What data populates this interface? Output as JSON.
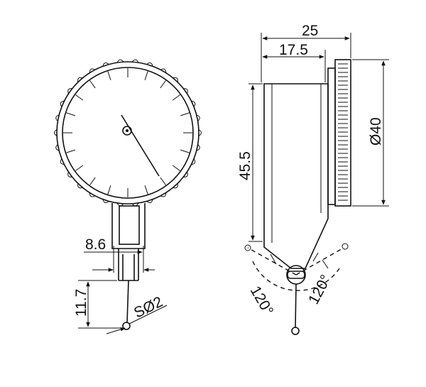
{
  "dimensions": {
    "stem_width": "8.6",
    "stem_height": "11.7",
    "ball_diameter": "SØ2",
    "total_depth": "25",
    "body_depth": "17.5",
    "body_height": "45.5",
    "bezel_diameter": "Ø40",
    "swivel_angle_left": "120°",
    "swivel_angle_right": "120°"
  },
  "colors": {
    "line": "#111111",
    "background": "#ffffff"
  }
}
